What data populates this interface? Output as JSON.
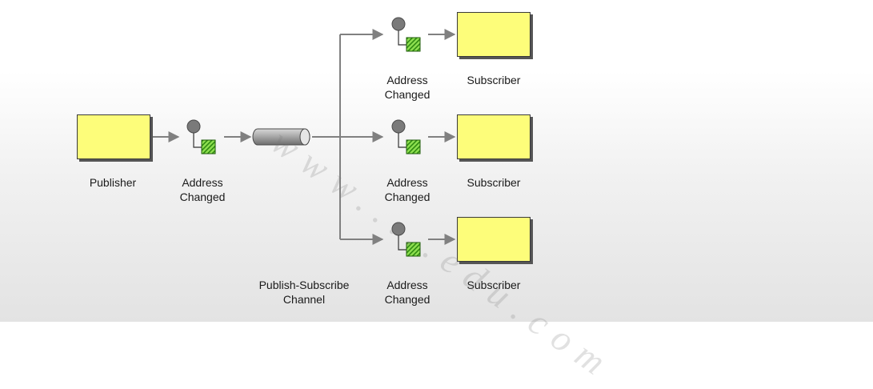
{
  "labels": {
    "publisher": "Publisher",
    "event_publisher": "Address\nChanged",
    "channel": "Publish-Subscribe\nChannel",
    "event_sub_top": "Address\nChanged",
    "event_sub_mid": "Address\nChanged",
    "event_sub_bottom": "Address\nChanged",
    "subscriber_top": "Subscriber",
    "subscriber_mid": "Subscriber",
    "subscriber_bottom": "Subscriber"
  },
  "watermark": "www.....edu.com",
  "colors": {
    "box_fill": "#fdfd7a",
    "message_fill": "#7fd13f",
    "line": "#808080",
    "channel": "#8c8c8c"
  }
}
